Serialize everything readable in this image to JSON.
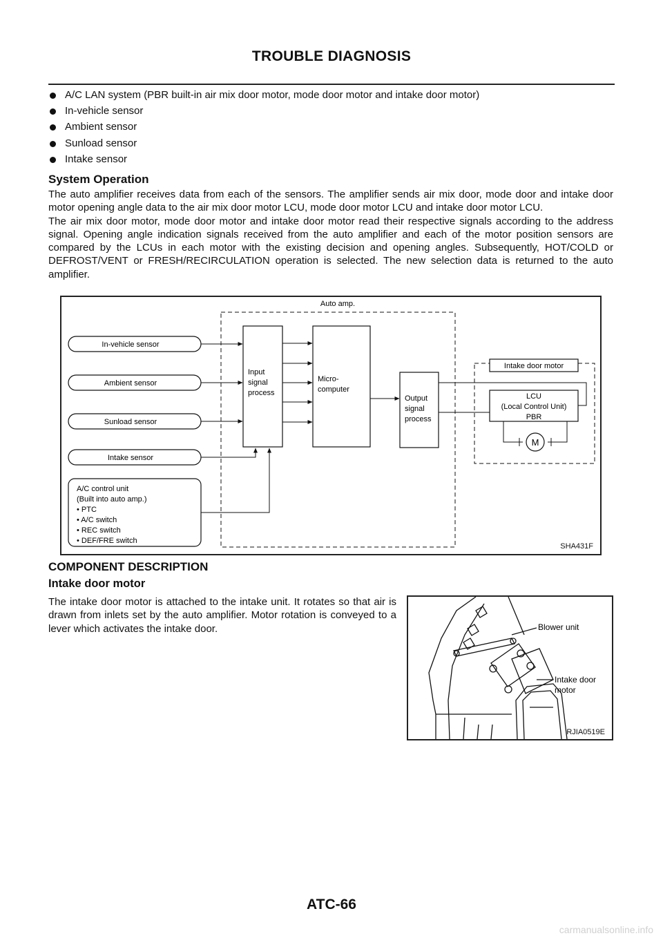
{
  "page": {
    "header": "TROUBLE DIAGNOSIS",
    "footer": "ATC-66",
    "watermark": "carmanualsonline.info"
  },
  "intro_list": [
    "A/C LAN system (PBR built-in air mix door motor, mode door motor and intake door motor)",
    "In-vehicle sensor",
    "Ambient sensor",
    "Sunload sensor",
    "Intake sensor"
  ],
  "system_operation": {
    "heading": "System Operation",
    "para1": "The auto amplifier receives data from each of the sensors. The amplifier sends air mix door, mode door and intake door motor opening angle data to the air mix door motor LCU, mode door motor LCU and intake door motor LCU.",
    "para2": "The air mix door motor, mode door motor and intake door motor read their respective signals according to the address signal. Opening angle indication signals received from the auto amplifier and each of the motor position sensors are compared by the LCUs in each motor with the existing decision and opening angles. Subsequently, HOT/COLD or DEFROST/VENT or FRESH/RECIRCULATION operation is selected. The new selection data is returned to the auto amplifier."
  },
  "diagram": {
    "auto_amp": "Auto amp.",
    "sensors": [
      "In-vehicle sensor",
      "Ambient sensor",
      "Sunload sensor",
      "Intake sensor"
    ],
    "input_block": [
      "Input",
      "signal",
      "process"
    ],
    "micro_block": [
      "Micro-",
      "computer"
    ],
    "output_block": [
      "Output",
      "signal",
      "process"
    ],
    "intake_motor": "Intake door motor",
    "lcu": [
      "LCU",
      "(Local Control Unit)",
      "PBR"
    ],
    "motor_symbol": "M",
    "ac_control": [
      "A/C control unit",
      "(Built into auto amp.)",
      "• PTC",
      "• A/C switch",
      "• REC switch",
      "• DEF/FRE switch"
    ],
    "figure_code": "SHA431F"
  },
  "component": {
    "heading": "COMPONENT DESCRIPTION",
    "subheading": "Intake door motor",
    "text": "The intake door motor is attached to the intake unit. It rotates so that air is drawn from inlets set by the auto amplifier. Motor rotation is conveyed to a lever which activates the intake door."
  },
  "illustration": {
    "label_blower": "Blower unit",
    "label_intake_1": "Intake door",
    "label_intake_2": "motor",
    "figure_code": "RJIA0519E"
  }
}
